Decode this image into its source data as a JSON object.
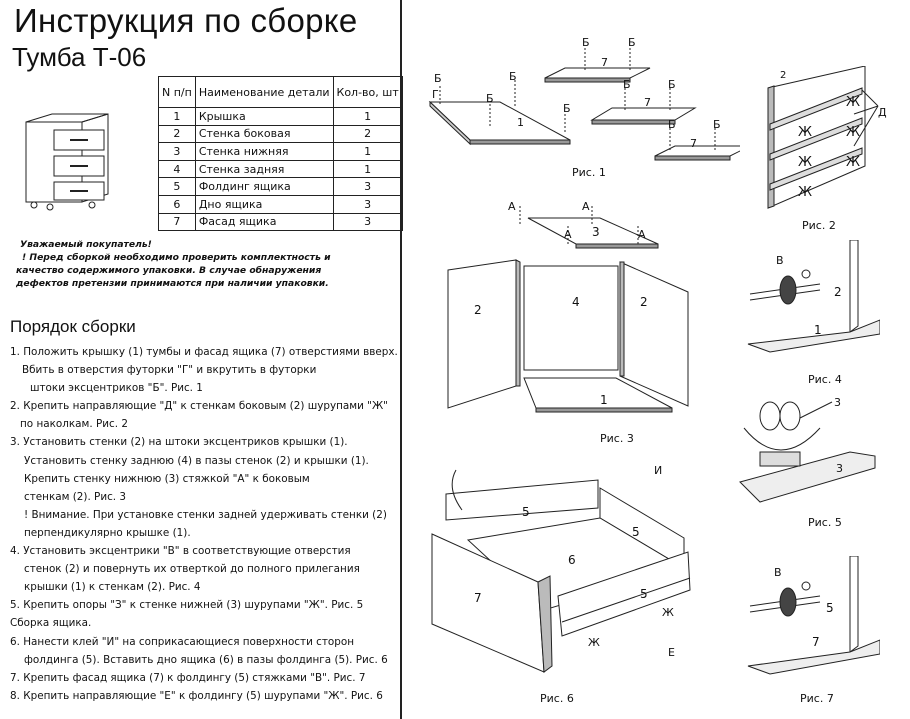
{
  "header": {
    "title": "Инструкция по сборке",
    "subtitle": "Тумба Т-06"
  },
  "parts_table": {
    "headers": [
      "N п/п",
      "Наименование детали",
      "Кол-во, шт"
    ],
    "rows": [
      [
        "1",
        "Крышка",
        "1"
      ],
      [
        "2",
        "Стенка боковая",
        "2"
      ],
      [
        "3",
        "Стенка нижняя",
        "1"
      ],
      [
        "4",
        "Стенка задняя",
        "1"
      ],
      [
        "5",
        "Фолдинг ящика",
        "3"
      ],
      [
        "6",
        "Дно ящика",
        "3"
      ],
      [
        "7",
        "Фасад ящика",
        "3"
      ]
    ]
  },
  "notice": {
    "lines": [
      "Уважаемый покупатель!",
      "! Перед сборкой необходимо проверить комплектность и",
      "качество содержимого упаковки. В случае обнаружения",
      "дефектов претензии принимаются при наличии упаковки."
    ]
  },
  "assembly": {
    "heading": "Порядок сборки",
    "lines": [
      "1. Положить крышку (1) тумбы и фасад ящика (7) отверстиями вверх.",
      "   Вбить в отверстия футорки \"Г\" и вкрутить в футорки",
      "     штоки эксцентриков \"Б\". Рис. 1",
      "2. Крепить направляющие \"Д\" к стенкам боковым (2) шурупами \"Ж\"",
      "   по наколкам. Рис. 2",
      "3. Установить стенки (2) на штоки эксцентриков крышки (1).",
      "    Установить стенку заднюю (4) в пазы стенок (2) и крышки (1).",
      "    Крепить стенку нижнюю (3) стяжкой \"А\" к боковым",
      "    стенкам (2). Рис. 3",
      "    ! Внимание. При установке стенки задней удерживать стенки (2)",
      "    перпендикулярно крышке (1).",
      "4. Установить эксцентрики \"В\" в соответствующие отверстия",
      "    стенок (2) и повернуть их отверткой до полного прилегания",
      "    крышки (1) к стенкам (2). Рис. 4",
      "5. Крепить опоры \"З\" к стенке нижней (3) шурупами \"Ж\". Рис. 5",
      "Сборка ящика.",
      "6. Нанести клей \"И\" на соприкасающиеся поверхности сторон",
      "    фолдинга (5). Вставить дно ящика (6) в пазы фолдинга (5). Рис. 6",
      "7. Крепить фасад ящика (7) к фолдингу (5) стяжками \"В\". Рис. 7",
      "8. Крепить направляющие \"Е\" к фолдингу (5) шурупами \"Ж\". Рис. 6"
    ]
  },
  "figures": {
    "fig1": {
      "caption": "Рис. 1",
      "labels": {
        "b": "Б",
        "g": "Г",
        "part1": "1",
        "part7": "7"
      }
    },
    "fig2": {
      "caption": "Рис. 2",
      "labels": {
        "part2": "2",
        "d": "Д",
        "zh": "Ж"
      }
    },
    "fig3": {
      "caption": "Рис. 3",
      "labels": {
        "a": "А",
        "p1": "1",
        "p2": "2",
        "p3": "3",
        "p4": "4"
      }
    },
    "fig4": {
      "caption": "Рис. 4",
      "labels": {
        "v": "В",
        "p1": "1",
        "p2": "2"
      }
    },
    "fig5": {
      "caption": "Рис. 5",
      "labels": {
        "p3": "3"
      }
    },
    "fig6": {
      "caption": "Рис. 6",
      "labels": {
        "i": "И",
        "e": "Е",
        "zh": "Ж",
        "p5": "5",
        "p6": "6",
        "p7": "7"
      }
    },
    "fig7": {
      "caption": "Рис. 7",
      "labels": {
        "v": "В",
        "p5": "5",
        "p7": "7"
      }
    }
  }
}
